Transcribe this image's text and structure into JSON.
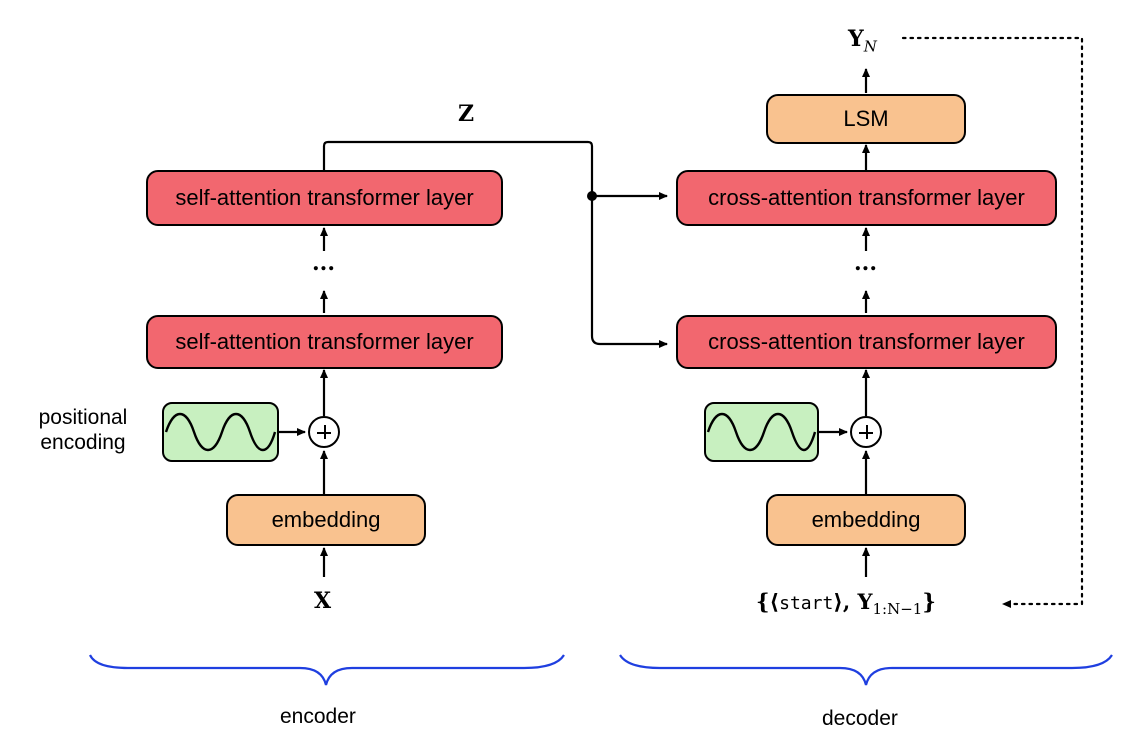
{
  "encoder": {
    "input_label": "X",
    "embedding_label": "embedding",
    "positional_encoding_label": "positional\nencoding",
    "layer_top_label": "self-attention transformer layer",
    "layer_bottom_label": "self-attention transformer layer",
    "ellipsis": "...",
    "caption": "encoder"
  },
  "latent": {
    "label": "Z"
  },
  "decoder": {
    "input_open": "{⟨",
    "input_token": "start",
    "input_mid": "⟩,  Y",
    "input_sub": "1:N−1",
    "input_close": "}",
    "embedding_label": "embedding",
    "layer_top_label": "cross-attention transformer layer",
    "layer_bottom_label": "cross-attention transformer layer",
    "ellipsis": "...",
    "lsm_label": "LSM",
    "output_main": "Y",
    "output_sub": "N",
    "caption": "decoder"
  },
  "colors": {
    "attention_layer": "#f2676f",
    "embedding": "#f9c28f",
    "positional_encoding": "#c8f0c0",
    "brace": "#1f3fe0"
  }
}
